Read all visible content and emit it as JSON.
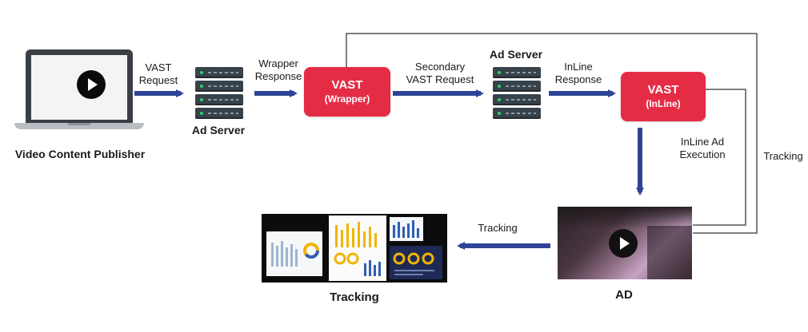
{
  "publisher": {
    "label": "Video Content Publisher",
    "icon": "laptop-icon"
  },
  "steps": {
    "vast_request": [
      "VAST",
      "Request"
    ],
    "wrapper_response": [
      "Wrapper",
      "Response"
    ],
    "secondary_request": [
      "Secondary",
      "VAST Request"
    ],
    "inline_response": [
      "InLine",
      "Response"
    ],
    "inline_execution": [
      "InLine Ad",
      "Execution"
    ],
    "tracking_side": "Tracking",
    "tracking_arrow": "Tracking"
  },
  "servers": {
    "first": "Ad Server",
    "second": "Ad Server"
  },
  "vast_boxes": {
    "wrapper": {
      "title": "VAST",
      "subtitle": "(Wrapper)"
    },
    "inline": {
      "title": "VAST",
      "subtitle": "(InLine)"
    }
  },
  "outputs": {
    "tracking_label": "Tracking",
    "ad_label": "AD"
  },
  "colors": {
    "arrow": "#2f4496",
    "vast_box": "#e52c45",
    "line": "#555555"
  }
}
